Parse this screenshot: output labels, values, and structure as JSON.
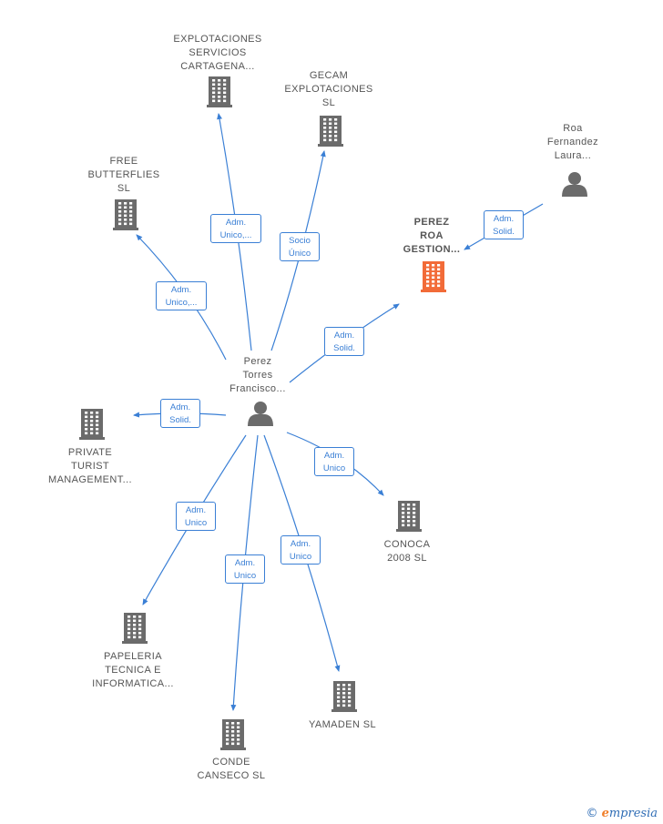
{
  "colors": {
    "edge": "#3a7fd5",
    "company": "#6b6b6b",
    "company_main": "#f26b38",
    "person": "#6b6b6b"
  },
  "center_person": {
    "label": [
      "Perez",
      "Torres",
      "Francisco..."
    ],
    "icon": "person-icon"
  },
  "companies": [
    {
      "id": "explotaciones",
      "label": [
        "EXPLOTACIONES",
        "SERVICIOS",
        "CARTAGENA..."
      ],
      "icon": "building-icon"
    },
    {
      "id": "gecam",
      "label": [
        "GECAM",
        "EXPLOTACIONES",
        "SL"
      ],
      "icon": "building-icon"
    },
    {
      "id": "free",
      "label": [
        "FREE",
        "BUTTERFLIES",
        "SL"
      ],
      "icon": "building-icon"
    },
    {
      "id": "perez-roa",
      "label": [
        "PEREZ",
        "ROA",
        "GESTION..."
      ],
      "icon": "building-icon",
      "main": true
    },
    {
      "id": "private",
      "label": [
        "PRIVATE",
        "TURIST",
        "MANAGEMENT..."
      ],
      "icon": "building-icon"
    },
    {
      "id": "conoca",
      "label": [
        "CONOCA",
        "2008 SL"
      ],
      "icon": "building-icon"
    },
    {
      "id": "papeleria",
      "label": [
        "PAPELERIA",
        "TECNICA E",
        "INFORMATICA..."
      ],
      "icon": "building-icon"
    },
    {
      "id": "conde",
      "label": [
        "CONDE",
        "CANSECO SL"
      ],
      "icon": "building-icon"
    },
    {
      "id": "yamaden",
      "label": [
        "YAMADEN SL"
      ],
      "icon": "building-icon"
    }
  ],
  "other_persons": [
    {
      "id": "roa",
      "label": [
        "Roa",
        "Fernandez",
        "Laura..."
      ],
      "icon": "person-icon"
    }
  ],
  "edges": [
    {
      "to": "explotaciones",
      "label": [
        "Adm.",
        "Unico,..."
      ]
    },
    {
      "to": "gecam",
      "label": [
        "Socio",
        "Único"
      ]
    },
    {
      "to": "free",
      "label": [
        "Adm.",
        "Unico,..."
      ]
    },
    {
      "to": "perez-roa",
      "label": [
        "Adm.",
        "Solid."
      ]
    },
    {
      "from": "roa",
      "to": "perez-roa",
      "label": [
        "Adm.",
        "Solid."
      ]
    },
    {
      "to": "private",
      "label": [
        "Adm.",
        "Solid."
      ]
    },
    {
      "to": "conoca",
      "label": [
        "Adm.",
        "Unico"
      ]
    },
    {
      "to": "papeleria",
      "label": [
        "Adm.",
        "Unico"
      ]
    },
    {
      "to": "conde",
      "label": [
        "Adm.",
        "Unico"
      ]
    },
    {
      "to": "yamaden",
      "label": [
        "Adm.",
        "Unico"
      ]
    }
  ],
  "brand": {
    "symbol": "©",
    "initial": "e",
    "rest": "mpresia"
  }
}
